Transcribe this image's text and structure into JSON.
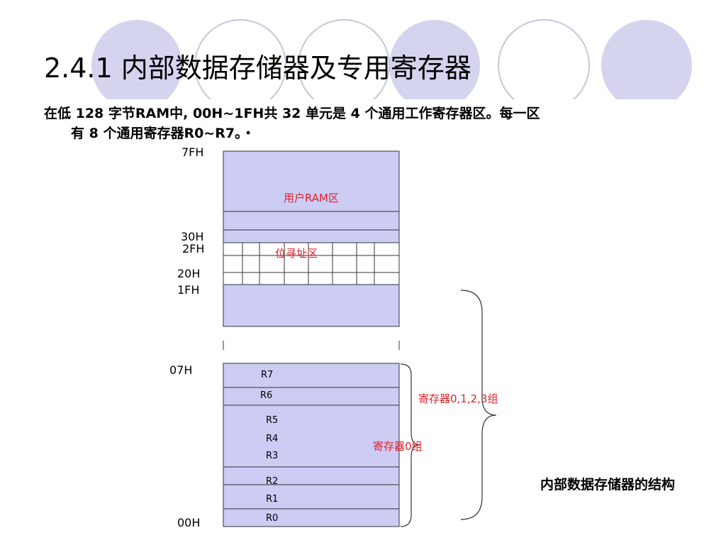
{
  "title": "2.4.1 内部数据存储器及专用寄存器",
  "body": {
    "line1": "在低 128 字节RAM中, 00H~1FH共 32 单元是 4 个通用工作寄存器区。每一区",
    "line2": "有 8 个通用寄存器R0~R7。・"
  },
  "addresses": {
    "a7fh": "7FH",
    "a30h": "30H",
    "a2fh": "2FH",
    "a20h": "20H",
    "a1fh": "1FH",
    "a07h": "07H",
    "a00h": "00H"
  },
  "regions": {
    "user_ram": "用户RAM区",
    "bit_addressable": "位寻址区"
  },
  "registers": [
    "R7",
    "R6",
    "R5",
    "R4",
    "R3",
    "R2",
    "R1",
    "R0"
  ],
  "braces": {
    "all_groups": "寄存器0,1,2,3组",
    "group0": "寄存器0组"
  },
  "caption": "内部数据存储器的结构",
  "colors": {
    "block_fill": "#ccccf5",
    "circle_fill": "#d4d4ee",
    "label_red": "#e0202a",
    "line": "#333333"
  }
}
